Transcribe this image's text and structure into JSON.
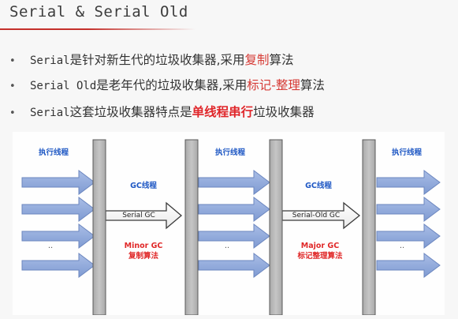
{
  "title": "Serial & Serial Old",
  "colors": {
    "accent_red": "#d63a35",
    "bar_gray": "#b9b9b9",
    "arrow_blue": "#8ea7d8",
    "label_blue": "#1f58c4"
  },
  "bullets": [
    {
      "marker": "•",
      "term": "Serial",
      "before": "是针对新生代的垃圾收集器,采用",
      "highlight": "复制",
      "after": "算法"
    },
    {
      "marker": "•",
      "term": "Serial Old",
      "before": "是老年代的垃圾收集器,采用",
      "highlight": "标记-整理",
      "after": "算法"
    },
    {
      "marker": "•",
      "term": "Serial",
      "before": "这套垃圾收集器特点是",
      "highlight": "单线程串行",
      "after": "垃圾收集器"
    }
  ],
  "diagram": {
    "user_thread_labels": [
      "执行线程",
      "执行线程",
      "执行线程"
    ],
    "gc_thread_labels": [
      "GC线程",
      "GC线程"
    ],
    "serial_gc_label": "Serial GC",
    "serial_old_gc_label": "Serial-Old  GC",
    "minor_gc_label": "Minor GC",
    "minor_gc_algo": "复制算法",
    "major_gc_label": "Major GC",
    "major_gc_algo": "标记整理算法",
    "ellipsis": [
      "..",
      "..",
      ".."
    ]
  }
}
